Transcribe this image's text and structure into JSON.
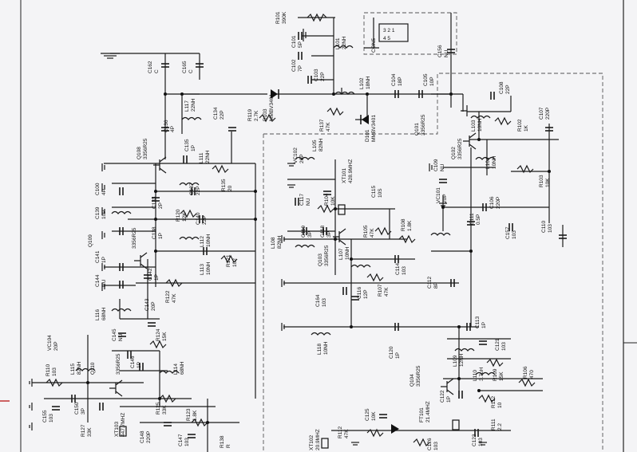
{
  "labels": {
    "r101": "R101",
    "r101v": "390K",
    "c101": "C101",
    "c101v": "5P",
    "l101": "L101",
    "l101v": "22NH",
    "c103": "C103",
    "c103v": "22P",
    "c102": "C102",
    "c102v": "7P",
    "con": "CON5",
    "c156": "C156",
    "c156v": "NU",
    "c162": "C162",
    "c162v": "C",
    "c165": "C165",
    "c165v": "C",
    "l117": "L117",
    "l117v": "22NH",
    "c136": "C136",
    "c136v": "4P",
    "c134": "C134",
    "c134v": "22P",
    "r119": "R119",
    "r119v": "2.7K",
    "d103": "D103",
    "d103v": "MMBV3401",
    "r137": "R137",
    "r137v": "47K",
    "l102": "L102",
    "l102v": "18NH",
    "c104": "C104",
    "c104v": "18P",
    "c105": "C105",
    "c105v": "10P",
    "d101": "D101",
    "d101v": "MMBV3401",
    "q101": "Q101",
    "q101v": "3356R25",
    "c108": "C108",
    "c108v": "22P",
    "l103": "L103",
    "l103v": "10NH",
    "r102": "R102",
    "r102v": "1K",
    "c107": "C107",
    "c107v": "220P",
    "q108": "Q108",
    "q108v": "3356R25",
    "c135": "C135",
    "c135v": "1P",
    "l111": "L111",
    "l111v": "22NH",
    "c137": "C137",
    "c137v": "22P",
    "r135": "R135",
    "r135v": "20",
    "c100": "C100",
    "c100v": "4P",
    "c133": "C133",
    "c133v": "2P",
    "c138": "C138",
    "c138v": "1P",
    "c139": "C139",
    "c139v": "10P",
    "l112": "L112",
    "l112v": "10NH",
    "r120": "R120",
    "r120v": "12K",
    "c140": "C140",
    "c140v": "22P",
    "q109": "Q109",
    "q109v": "3356R25",
    "vc102": "VC102",
    "vc102v": "20P",
    "l105": "L105",
    "l105v": "82NH",
    "c115": "C115",
    "c115v": "10S",
    "xt101": "XT101",
    "xt101v": "428.9MHZ",
    "r104": "R104",
    "r104v": "10K",
    "c117": "C117",
    "c117v": "NU",
    "c109": "C109",
    "c109v": "NU",
    "q102": "Q102",
    "q102v": "3356R25",
    "l104": "L104",
    "l104v": "10NH",
    "vc101": "VC101",
    "vc101v": "20P",
    "r103": "R103",
    "r103v": "10K",
    "c106": "C106",
    "c106v": "220P",
    "c111": "C111",
    "c111v": "0.5P",
    "c110": "C110",
    "c110v": "103",
    "c157": "C157",
    "c157v": "103",
    "l108": "L108",
    "l108v": "82NH",
    "c119": "C119",
    "c119v": "3P",
    "c118": "C118",
    "c118v": "3P",
    "r105": "R105",
    "r105v": "47K",
    "r108": "R108",
    "r108v": "1.8K",
    "l107": "L107",
    "l107v": "10NH",
    "q103": "Q103",
    "q103v": "3356R25",
    "c114": "C114",
    "c114v": "103",
    "c112": "C112",
    "c112v": "8P",
    "c141": "C141",
    "c141v": "1P",
    "c142": "C142",
    "c142v": "1P",
    "c144": "C144",
    "c144v": "NU",
    "l113": "L113",
    "l113v": "10NH",
    "r121": "R121",
    "r121v": "102",
    "r122": "R122",
    "r122v": "47K",
    "c143": "C143",
    "c143v": "20P",
    "l116": "L116",
    "l116v": "68NH",
    "c116": "C116",
    "c116v": "12P",
    "c164": "C164",
    "c164v": "103",
    "r107": "R107",
    "r107v": "47K",
    "l118": "L118",
    "l118v": "10NH",
    "c120": "C120",
    "c120v": "1P",
    "c113": "C113",
    "c113v": "1P",
    "c145": "C145",
    "c145v": "NU",
    "r124": "R124",
    "r124v": "15K",
    "c146": "C146",
    "c146v": "1P",
    "l114": "L114",
    "l114v": "68NH",
    "vc104": "VC104",
    "vc104v": "20P",
    "l115": "L115",
    "l115v": "82NH",
    "q110": "Q110",
    "q110v": "3356R25",
    "r110": "R110",
    "r110v": "103",
    "c150": "C150",
    "c150v": "3P",
    "c155": "C155",
    "c155v": "103",
    "r125": "R125",
    "r125v": "33K",
    "r123": "R123",
    "r123v": "1.8K",
    "xt103": "XT103",
    "xt103v": "447.7MHZ",
    "r127": "R127",
    "r127v": "33K",
    "c148": "C148",
    "c148v": "220P",
    "c147": "C147",
    "c147v": "103",
    "r138": "R138",
    "r138v": "R",
    "c121": "C121",
    "c121v": "103",
    "l109": "L109",
    "l109v": "12NH",
    "l110": "L110",
    "l110v": "3.7uH",
    "r109": "R109",
    "r109v": "15K",
    "r106": "R106",
    "r106v": "470",
    "q104": "Q104",
    "q104v": "3356R25",
    "c122": "C122",
    "c122v": "1P",
    "r112": "R112",
    "r112v": "10",
    "r111": "R111",
    "r111v": "2.2",
    "c125": "C125",
    "c125v": "10K",
    "xt102": "XT102",
    "xt102v": "20.9MHZ",
    "r112b": "R112",
    "r112bv": "47K",
    "ft101": "FT101",
    "ft101v": "21.4MHZ",
    "c123": "C123",
    "c123v": "103",
    "c126": "C126",
    "c126v": "103"
  }
}
